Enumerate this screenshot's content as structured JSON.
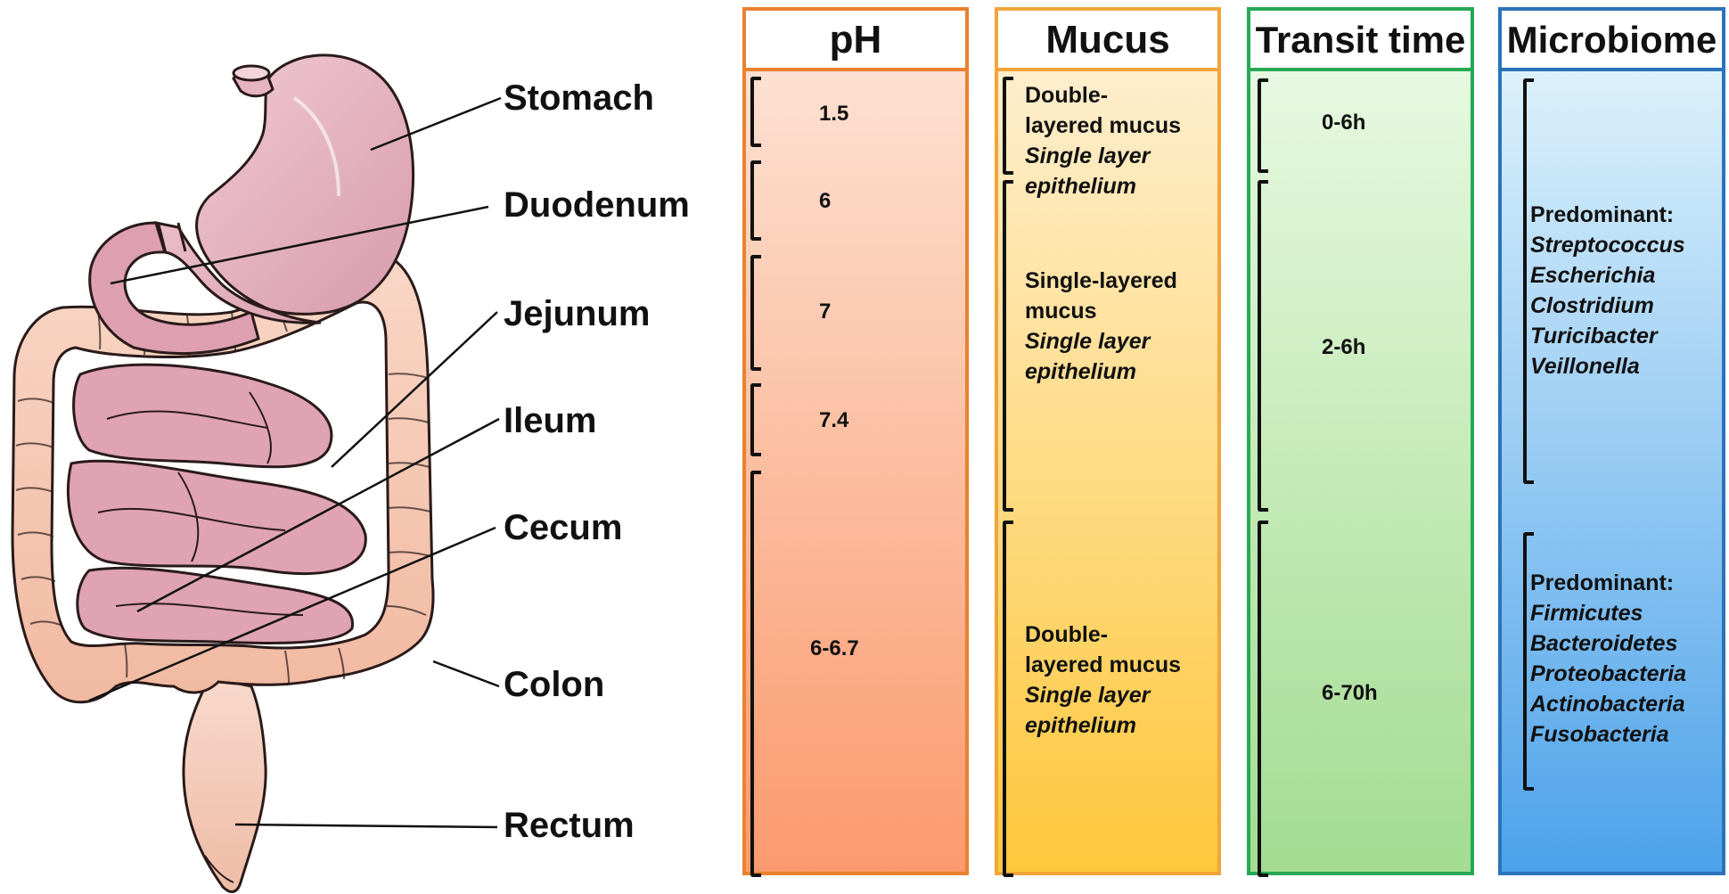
{
  "organs": [
    "Stomach",
    "Duodenum",
    "Jejunum",
    "Ileum",
    "Cecum",
    "Colon",
    "Rectum"
  ],
  "columns": {
    "ph": {
      "title": "pH",
      "values": [
        "1.5",
        "6",
        "7",
        "7.4",
        "6-6.7"
      ]
    },
    "mucus": {
      "title": "Mucus",
      "entries": [
        {
          "line1": "Double-",
          "line2": "layered mucus",
          "line3": "Single layer",
          "line4": "epithelium"
        },
        {
          "line1": "Single-layered",
          "line2": "mucus",
          "line3": "Single layer",
          "line4": "epithelium"
        },
        {
          "line1": "Double-",
          "line2": "layered mucus",
          "line3": "Single layer",
          "line4": "epithelium"
        }
      ]
    },
    "transit": {
      "title": "Transit time",
      "values": [
        "0-6h",
        "2-6h",
        "6-70h"
      ]
    },
    "microbiome": {
      "title": "Microbiome",
      "groups": [
        {
          "heading": "Predominant:",
          "taxa": [
            "Streptococcus",
            "Escherichia",
            "Clostridium",
            "Turicibacter",
            "Veillonella"
          ]
        },
        {
          "heading": "Predominant:",
          "taxa": [
            "Firmicutes",
            "Bacteroidetes",
            "Proteobacteria",
            "Actinobacteria",
            "Fusobacteria"
          ]
        }
      ]
    }
  },
  "colors": {
    "ph_border": "#e98230",
    "mucus_border": "#f2a53a",
    "transit_border": "#27a855",
    "microbiome_border": "#2b73b9",
    "organ_fill": "#e9b6c3",
    "colon_fill": "#f6c9b6"
  }
}
